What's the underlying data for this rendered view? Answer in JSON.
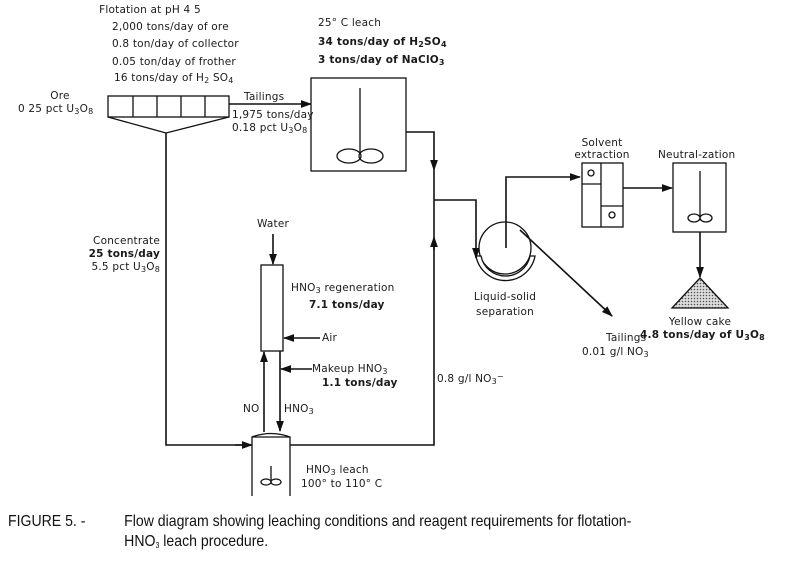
{
  "flotation": {
    "title": "Flotation at pH 4 5",
    "ore_rate": "2,000 tons/day of ore",
    "collector": "0.8  ton/day of collector",
    "frother": "0.05 ton/day of frother",
    "acid_prefix": "16 tons/day of  H",
    "acid_sub1": "2",
    "acid_mid": " SO",
    "acid_sub2": "4"
  },
  "ore": {
    "label": "Ore",
    "grade_prefix": "0 25 pct U",
    "sub1": "3",
    "mid": "O",
    "sub2": "8"
  },
  "tailings_1": {
    "label": "Tailings",
    "rate": "1,975 tons/day",
    "grade_prefix": "0.18 pct U",
    "sub1": "3",
    "mid": "O",
    "sub2": "8"
  },
  "acid_leach": {
    "title": "25° C leach",
    "h2so4_prefix": "34 tons/day of H",
    "h2so4_sub1": "2",
    "h2so4_mid": "SO",
    "h2so4_sub2": "4",
    "naclo3_prefix": "3 tons/day of NaClO",
    "naclo3_sub": "3"
  },
  "solvent_extraction": {
    "line1": "Solvent",
    "line2": "extraction"
  },
  "neutralization": {
    "label": "Neutral-zation"
  },
  "liquid_solid": {
    "line1": "Liquid-solid",
    "line2": "separation"
  },
  "tailings_2": {
    "label": "Tailings",
    "conc_prefix": "0.01 g/l NO",
    "conc_sub": "3"
  },
  "yellow_cake": {
    "label": "Yellow cake",
    "rate_prefix": "4.8 tons/day of U",
    "sub1": "3",
    "mid": "O",
    "sub2": "8"
  },
  "concentrate": {
    "label": "Concentrate",
    "rate": "25 tons/day",
    "grade_prefix": "5.5 pct U",
    "sub1": "3",
    "mid": "O",
    "sub2": "8"
  },
  "water": {
    "label": "Water"
  },
  "regeneration": {
    "title_prefix": "HNO",
    "title_sub": "3",
    "title_suffix": "  regeneration",
    "rate": "7.1 tons/day"
  },
  "air": {
    "label": "Air"
  },
  "makeup": {
    "title_prefix": "Makeup  HNO",
    "title_sub": "3",
    "rate": "1.1 tons/day"
  },
  "recycle": {
    "conc_prefix": "0.8 g/l NO",
    "conc_sub": "3",
    "conc_sup": "−"
  },
  "no_stream": {
    "label": "NO"
  },
  "hno3_stream": {
    "prefix": "HNO",
    "sub": "3"
  },
  "hno3_leach": {
    "title_prefix": "HNO",
    "title_sub": "3",
    "title_suffix": " leach",
    "temp": "100° to 110° C"
  },
  "caption": {
    "number": "FIGURE 5. -",
    "line1": "Flow diagram showing leaching conditions and reagent requirements for flotation-",
    "line2_prefix": "HNO",
    "line2_sub": "3",
    "line2_suffix": " leach procedure."
  }
}
